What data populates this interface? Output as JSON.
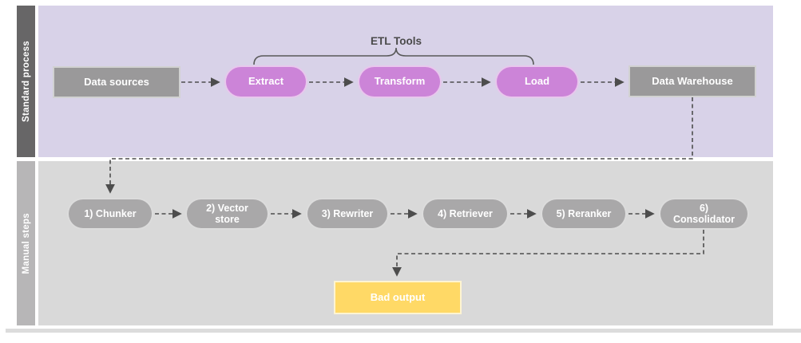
{
  "lanes": {
    "standard": {
      "label": "Standard process"
    },
    "manual": {
      "label": "Manual steps"
    }
  },
  "standard_process": {
    "data_sources": "Data sources",
    "etl_tools_caption": "ETL Tools",
    "extract": "Extract",
    "transform": "Transform",
    "load": "Load",
    "data_warehouse": "Data Warehouse"
  },
  "manual_steps": {
    "steps": [
      "1) Chunker",
      "2) Vector store",
      "3) Rewriter",
      "4) Retriever",
      "5) Reranker",
      "6) Consolidator"
    ],
    "bad_output": "Bad output"
  },
  "colors": {
    "standard_lane_label_bg": "#676667",
    "standard_lane_body_bg": "#d8d2e8",
    "manual_lane_label_bg": "#b7b6b7",
    "manual_lane_body_bg": "#d9d9d9",
    "process_box_bg": "#9a999a",
    "etl_pill_bg": "#cc84d8",
    "step_pill_bg": "#a9a8a9",
    "bad_output_bg": "#ffd966",
    "connector": "#4d4d4d",
    "caption_text": "#4a4a4a",
    "shape_text": "#ffffff"
  }
}
